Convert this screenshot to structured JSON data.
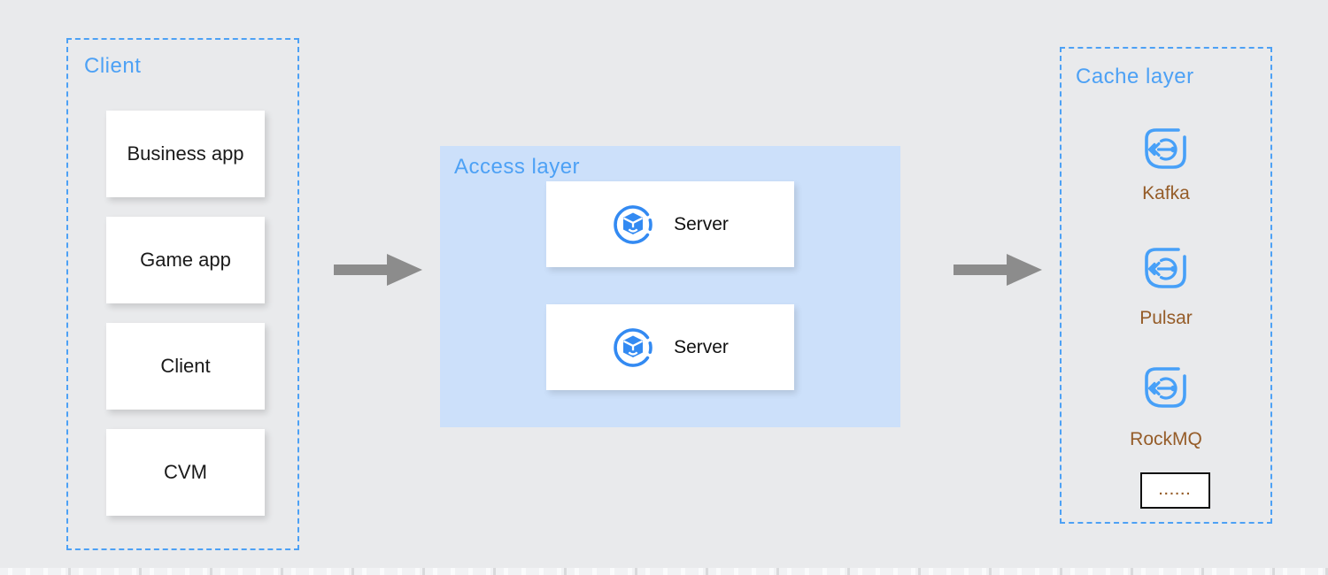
{
  "diagram": {
    "client": {
      "title": "Client",
      "nodes": [
        "Business app",
        "Game app",
        "Client",
        "CVM"
      ]
    },
    "access": {
      "title": "Access layer",
      "servers": [
        "Server",
        "Server"
      ]
    },
    "cache": {
      "title": "Cache layer",
      "items": [
        "Kafka",
        "Pulsar",
        "RockMQ"
      ],
      "more": "......"
    },
    "colors": {
      "background": "#e9eaec",
      "accent_blue": "#4da1f5",
      "access_fill": "#cce0fa",
      "server_icon_blue": "#338af2",
      "queue_icon_blue": "#47a0f8",
      "label_brown": "#955c28",
      "arrow_gray": "#8c8c8c"
    },
    "icons": [
      "server-icon",
      "message-queue-icon",
      "arrow-right-icon"
    ]
  }
}
